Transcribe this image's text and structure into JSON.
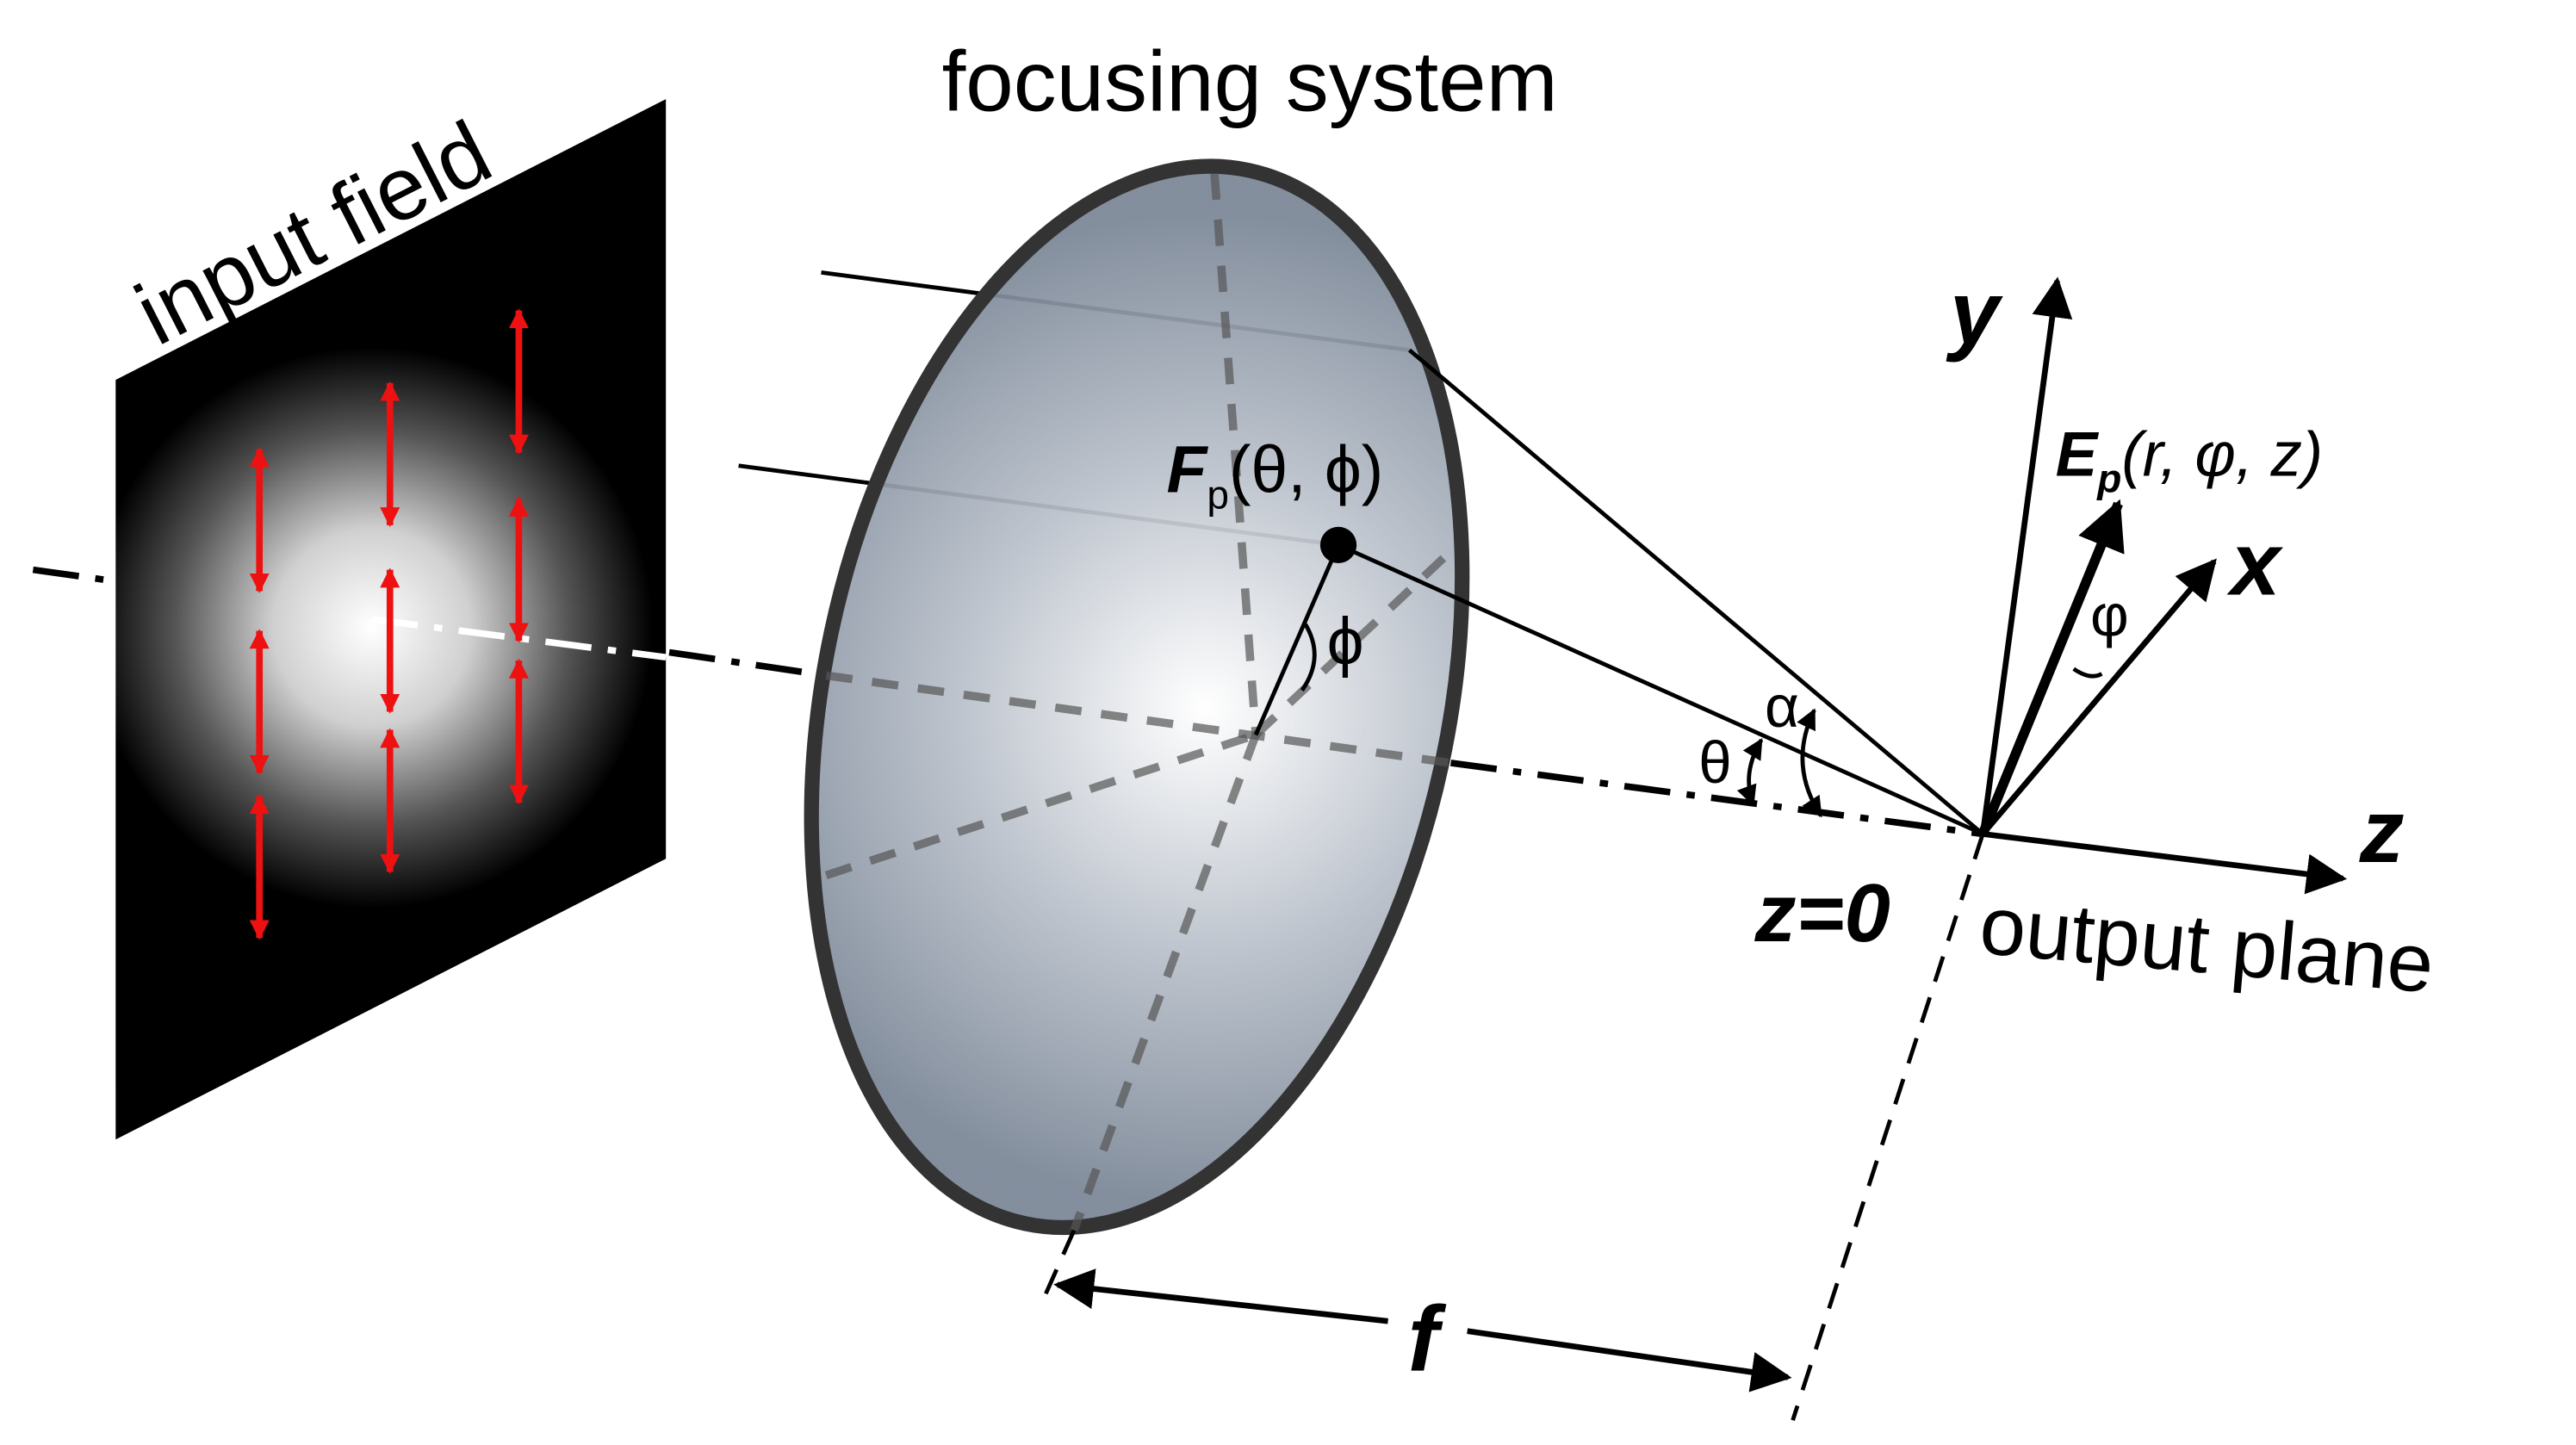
{
  "labels": {
    "input_field": "input field",
    "focusing_system": "focusing system",
    "fp_main": "F",
    "fp_sub": "p",
    "fp_args": "(θ, ϕ)",
    "phi_angle": "ϕ",
    "alpha": "α",
    "theta": "θ",
    "ep_main": "E",
    "ep_sub": "p",
    "ep_args": "(r, φ, z)",
    "varphi": "φ",
    "axis_x": "x",
    "axis_y": "y",
    "axis_z": "z",
    "z0": "z=0",
    "output_plane": "output plane",
    "focal_length": "f"
  },
  "colors": {
    "polarization_arrow": "#ee1111",
    "lens_edge": "#333333",
    "lens_fill_center": "#ffffff",
    "lens_fill_edge": "#7a8696",
    "input_plane": "#000000"
  },
  "icons": {
    "polarization": "double-headed-arrow"
  }
}
